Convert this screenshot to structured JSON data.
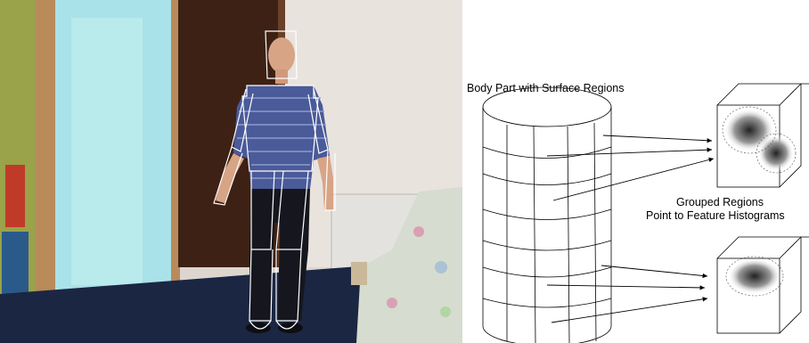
{
  "photo": {
    "colors": {
      "floor": "#1e2a4a",
      "wall": "#e8e2dc",
      "door": "#3a1f12",
      "frame": "#b98a5a",
      "mirror": "#a8e4e6",
      "shirt": "#4a5a9a",
      "jeans": "#17181f",
      "skin": "#d8a486",
      "sofa": "#d8dcd0",
      "overlay_line": "#ffffff"
    },
    "icons": [
      "person-figure",
      "body-part-outline-overlay"
    ]
  },
  "diagram": {
    "title": "Body Part with Surface Regions",
    "grouped_label_line1": "Grouped Regions",
    "grouped_label_line2": "Point to Feature Histograms",
    "icons": [
      "cylinder-shape",
      "histogram-cube",
      "arrow"
    ]
  }
}
